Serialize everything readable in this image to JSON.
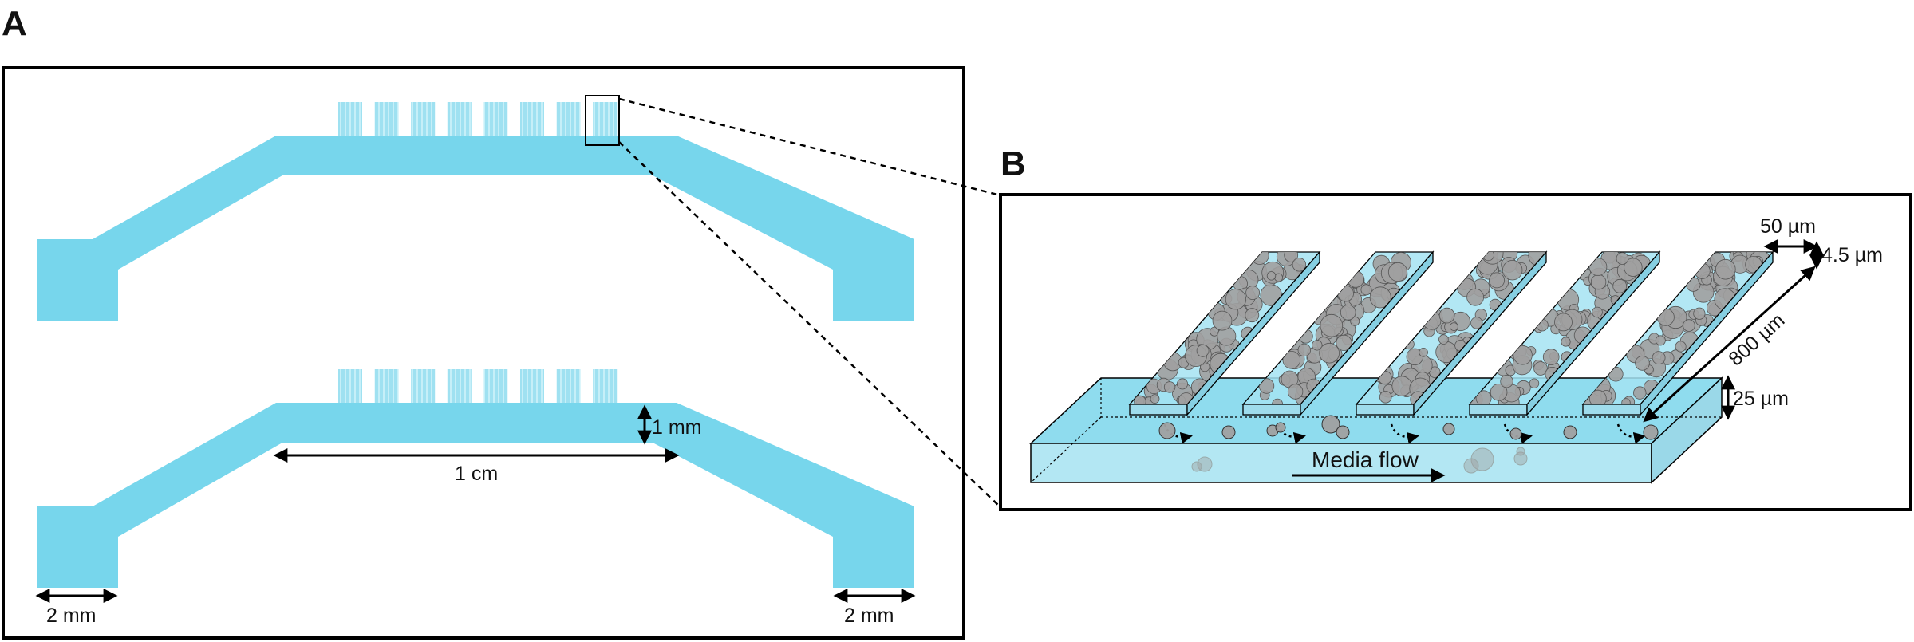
{
  "panels": {
    "a": {
      "letter": "A"
    },
    "b": {
      "letter": "B"
    }
  },
  "labels": {
    "port_width_left": "2 mm",
    "port_width_right": "2 mm",
    "channel_height": "1 mm",
    "channel_length": "1 cm",
    "trap_width": "50 µm",
    "trap_height": "4.5 µm",
    "trap_length": "800 µm",
    "main_channel_height": "25 µm",
    "media_flow": "Media flow"
  },
  "colors": {
    "channel": "#77d6ec",
    "trap_channel": "#a4e3f2",
    "box_top": "#8fdcee",
    "box_front": "#b3e7f3",
    "cell": "#a0a0a0",
    "outline": "#000000"
  },
  "device": {
    "trap_count_per_device": 8,
    "traps_in_zoom": 5
  }
}
